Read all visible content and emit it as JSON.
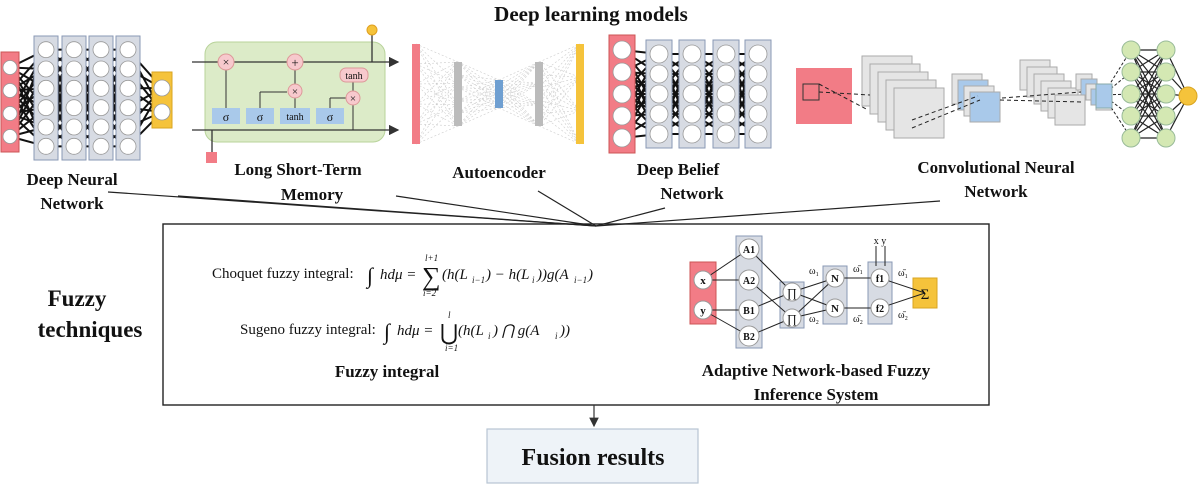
{
  "title": "Deep learning models",
  "models": {
    "dnn": [
      "Deep Neural",
      "Network"
    ],
    "lstm": [
      "Long Short-Term",
      "Memory"
    ],
    "autoencoder": "Autoencoder",
    "dbn": [
      "Deep Belief",
      "Network"
    ],
    "cnn": [
      "Convolutional Neural",
      "Network"
    ]
  },
  "lstm_gates": {
    "sigma": "σ",
    "tanh": "tanh",
    "times": "×",
    "plus": "+"
  },
  "fuzzy": {
    "section_label": [
      "Fuzzy",
      "techniques"
    ],
    "choquet_label": "Choquet fuzzy integral:",
    "sugeno_label": "Sugeno fuzzy integral:",
    "integral_label": "Fuzzy integral",
    "anfis_label": [
      "Adaptive Network-based Fuzzy",
      "Inference System"
    ]
  },
  "anfis": {
    "inputs": [
      "x",
      "y"
    ],
    "membership": [
      "A1",
      "A2",
      "B1",
      "B2"
    ],
    "product": "∏",
    "norm": "N",
    "rules": [
      "f1",
      "f2"
    ],
    "sum": "Σ",
    "weights": [
      "ω₁",
      "ω₂"
    ],
    "norm_weights": [
      "ω̄₁",
      "ω̄₂"
    ],
    "xy_top": "x y"
  },
  "output": "Fusion results",
  "colors": {
    "red": "#f27c86",
    "yellow": "#f5c33b",
    "grey_layer": "#d7dbe3",
    "green_bg": "#dcebc8",
    "blue": "#a9c9ea",
    "cnn_green": "#d4e8b3"
  }
}
